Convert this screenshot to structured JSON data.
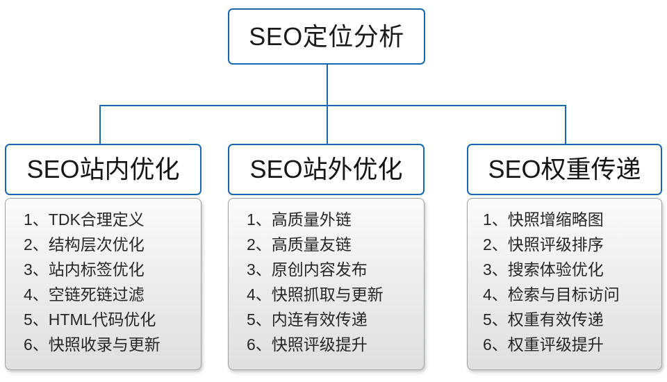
{
  "diagram": {
    "title": "SEO定位分析",
    "root": {
      "label": "SEO定位分析"
    },
    "branches": [
      {
        "header": "SEO站内优化",
        "items": [
          {
            "index": "1、",
            "text": "TDK合理定义"
          },
          {
            "index": "2、",
            "text": "结构层次优化"
          },
          {
            "index": "3、",
            "text": "站内标签优化"
          },
          {
            "index": "4、",
            "text": "空链死链过滤"
          },
          {
            "index": "5、",
            "text": "HTML代码优化"
          },
          {
            "index": "6、",
            "text": "快照收录与更新"
          }
        ]
      },
      {
        "header": "SEO站外优化",
        "items": [
          {
            "index": "1、",
            "text": "高质量外链"
          },
          {
            "index": "2、",
            "text": "高质量友链"
          },
          {
            "index": "3、",
            "text": "原创内容发布"
          },
          {
            "index": "4、",
            "text": "快照抓取与更新"
          },
          {
            "index": "5、",
            "text": "内连有效传递"
          },
          {
            "index": "6、",
            "text": "快照评级提升"
          }
        ]
      },
      {
        "header": "SEO权重传递",
        "items": [
          {
            "index": "1、",
            "text": "快照增缩略图"
          },
          {
            "index": "2、",
            "text": "快照评级排序"
          },
          {
            "index": "3、",
            "text": "搜索体验优化"
          },
          {
            "index": "4、",
            "text": "检索与目标访问"
          },
          {
            "index": "5、",
            "text": "权重有效传递"
          },
          {
            "index": "6、",
            "text": "权重评级提升"
          }
        ]
      }
    ],
    "colors": {
      "node_border": "#1668b3",
      "connector": "#1668b3",
      "panel_border": "#9ba0a4",
      "text": "#1a1a1a"
    }
  }
}
